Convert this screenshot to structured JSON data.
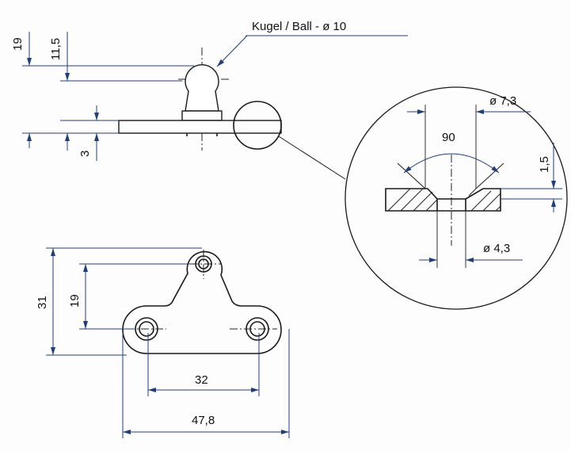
{
  "ball_label": "Kugel / Ball - ø 10",
  "dimensions": {
    "side_height_total": "19",
    "side_ball_center": "11,5",
    "plate_thickness": "3",
    "countersink_diameter": "ø 7,3",
    "countersink_angle": "90",
    "countersink_depth": "1,5",
    "hole_diameter": "ø 4,3",
    "top_height_total": "31",
    "top_ball_offset": "19",
    "hole_spacing": "32",
    "overall_width": "47,8"
  },
  "colors": {
    "dimension_line": "#1f3f7a",
    "outline": "#1a1a1a"
  }
}
